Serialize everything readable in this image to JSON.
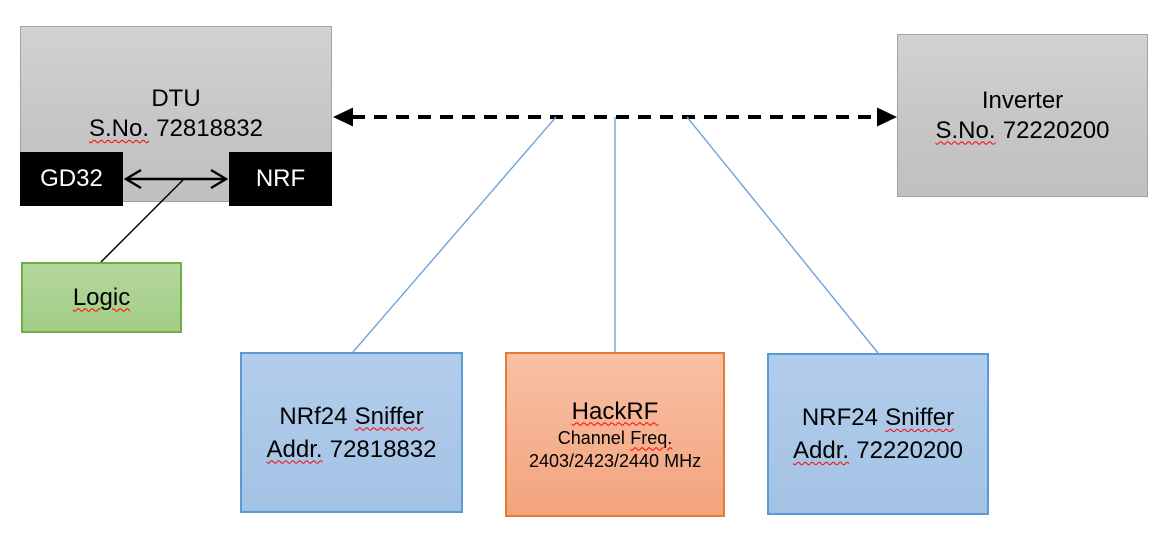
{
  "nodes": {
    "dtu": {
      "title": "DTU",
      "serial_label": "S.No.",
      "serial_number": "72818832"
    },
    "gd32": {
      "label": "GD32"
    },
    "nrf": {
      "label": "NRF"
    },
    "logic": {
      "label": "Logic"
    },
    "inverter": {
      "title": "Inverter",
      "serial_label": "S.No.",
      "serial_number": "72220200"
    },
    "sniffer_left": {
      "brand": "NRf24",
      "name": "Sniffer",
      "addr_label": "Addr.",
      "addr_number": "72818832"
    },
    "hackrf": {
      "title": "HackRF",
      "channel_word": "Channel",
      "freq_word": "Freq.",
      "frequencies": "2403/2423/2440 MHz"
    },
    "sniffer_right": {
      "brand": "NRF24",
      "name": "Sniffer",
      "addr_label": "Addr.",
      "addr_number": "72220200"
    }
  },
  "edges": [
    {
      "from": "dtu",
      "to": "inverter",
      "type": "dashed-double-arrow"
    },
    {
      "from": "gd32",
      "to": "nrf",
      "type": "double-arrow"
    },
    {
      "from": "gd32-nrf-arrow",
      "to": "logic",
      "type": "line"
    },
    {
      "from": "dtu-inverter-arrow",
      "to": "sniffer_left",
      "type": "tap-line"
    },
    {
      "from": "dtu-inverter-arrow",
      "to": "hackrf",
      "type": "tap-line"
    },
    {
      "from": "dtu-inverter-arrow",
      "to": "sniffer_right",
      "type": "tap-line"
    }
  ],
  "colors": {
    "gray_fill": "#c9c9c9",
    "gray_border": "#a1a1a1",
    "black_fill": "#000000",
    "green_fill": "#a9d18e",
    "green_border": "#6fad47",
    "blue_fill": "#aecbea",
    "blue_border": "#5b9bd5",
    "orange_fill": "#f4ac85",
    "orange_border": "#e97b31",
    "tap_line_blue": "#71a3d7",
    "connector_black": "#000000",
    "spellcheck_red": "#ff0000",
    "text": "#000000",
    "text_on_black": "#ffffff"
  }
}
